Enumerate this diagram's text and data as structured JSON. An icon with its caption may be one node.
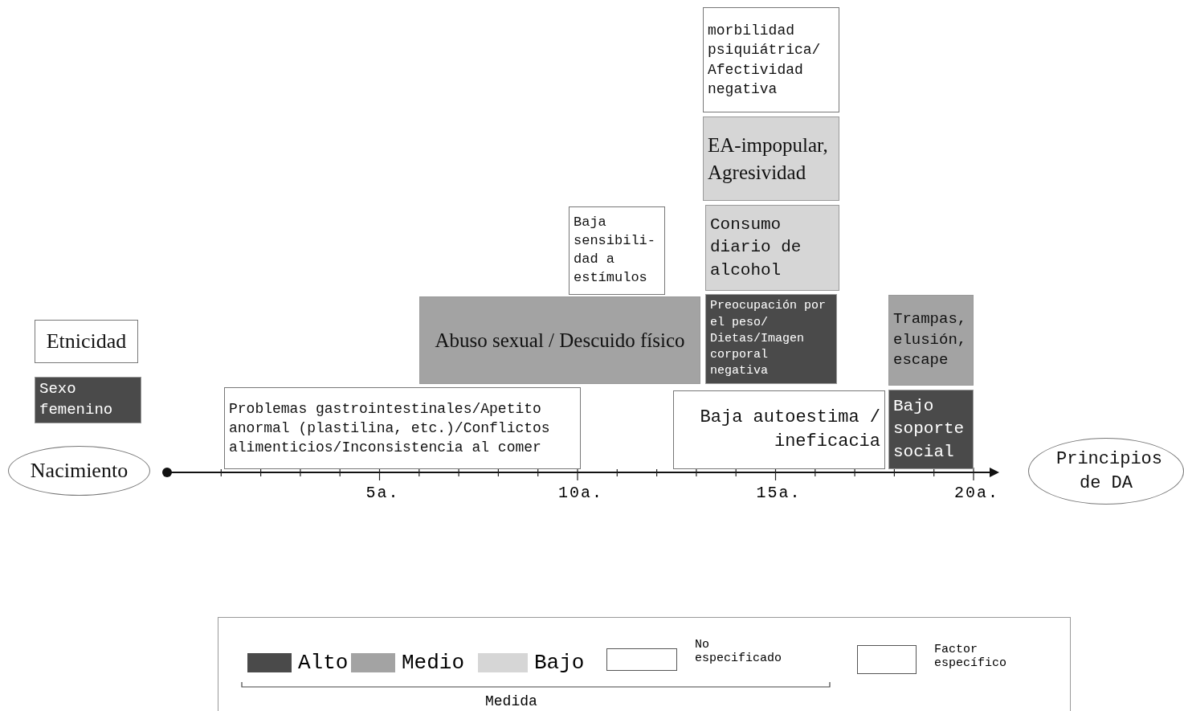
{
  "diagram": {
    "nodes": [
      {
        "text": [
          "morbilidad psiquiátrica/ Afectividad negativa"
        ]
      },
      {
        "text": [
          "EA-impopular, Agresividad"
        ]
      },
      {
        "text": [
          "Baja sensibili- dad a estímulos"
        ]
      },
      {
        "text": [
          "Consumo diario de alcohol"
        ]
      },
      {
        "text": [
          "Etnicidad"
        ]
      },
      {
        "text": [
          "Abuso sexual / Descuido físico"
        ]
      },
      {
        "text": [
          "Preocupación por el peso/ Dietas/Imagen corporal negativa"
        ]
      },
      {
        "text": [
          "Trampas, elusión, escape"
        ]
      },
      {
        "text": [
          "Sexo femenino"
        ]
      },
      {
        "text": [
          "Problemas gastrointestinales/Apetito anormal (plastilina, etc.)/Conflictos alimenticios/Inconsistencia al comer"
        ]
      },
      {
        "text": [
          "Baja autoestima / ineficacia"
        ]
      },
      {
        "text": [
          "Bajo soporte social"
        ]
      },
      {
        "text": [
          "Nacimiento"
        ]
      },
      {
        "text": [
          "Principios de DA"
        ]
      }
    ],
    "labels": [
      "5a.",
      "10a.",
      "15a.",
      "20a.",
      "Medida"
    ],
    "legend": [
      {
        "text": "Alto",
        "color": "#4a4a4a"
      },
      {
        "text": "Medio",
        "color": "#a3a3a3"
      },
      {
        "text": "Bajo",
        "color": "#d6d6d6"
      },
      {
        "text": "No especificado",
        "color": "#ffffff"
      },
      {
        "text": "Factor específico"
      }
    ]
  }
}
